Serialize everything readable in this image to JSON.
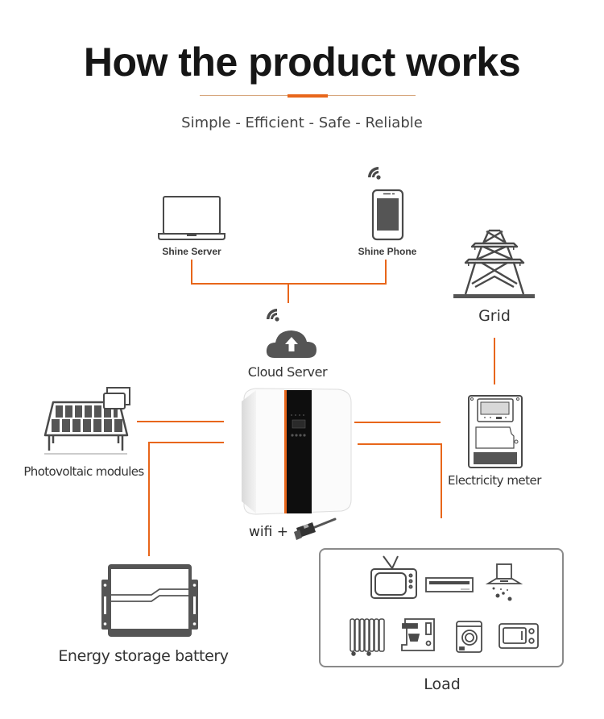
{
  "header": {
    "title": "How the product works",
    "subtitle": "Simple - Efficient - Safe - Reliable"
  },
  "colors": {
    "accent": "#e8661a",
    "rule": "#d7a77e",
    "icon": "#4a4a4a",
    "text": "#333333"
  },
  "nodes": {
    "shine_server": {
      "label": "Shine Server",
      "icon": "laptop-icon"
    },
    "shine_phone": {
      "label": "Shine Phone",
      "icon": "smartphone-icon"
    },
    "cloud_server": {
      "label": "Cloud Server",
      "icon": "cloud-upload-icon"
    },
    "grid": {
      "label": "Grid",
      "icon": "power-tower-icon"
    },
    "pv": {
      "label": "Photovoltaic modules",
      "icon": "solar-panel-icon"
    },
    "meter": {
      "label": "Electricity meter",
      "icon": "electricity-meter-icon"
    },
    "inverter": {
      "wifi_label": "wifi +",
      "icon": "inverter-icon"
    },
    "battery": {
      "label": "Energy storage battery",
      "icon": "battery-icon"
    },
    "load": {
      "label": "Load",
      "appliances": [
        "tv-icon",
        "air-conditioner-icon",
        "range-hood-icon",
        "oil-heater-icon",
        "coffee-machine-icon",
        "washing-machine-icon",
        "microwave-icon"
      ]
    }
  }
}
